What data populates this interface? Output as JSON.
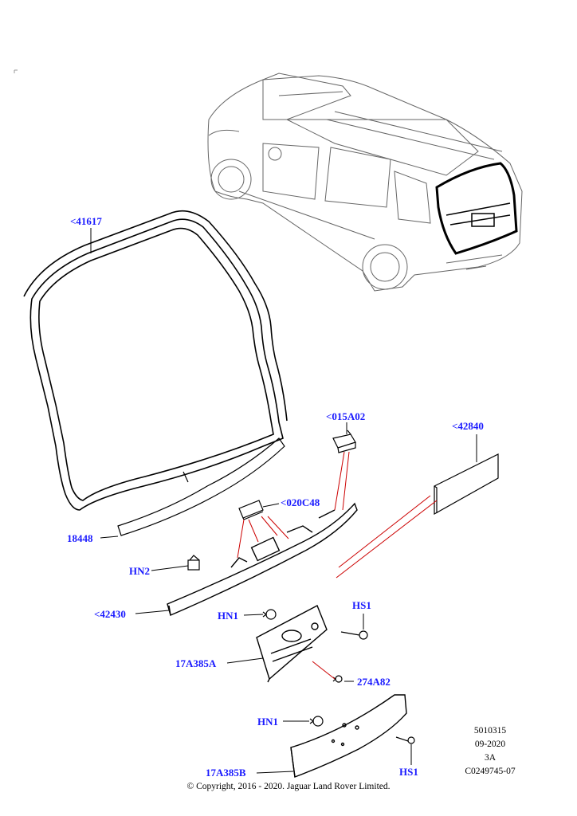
{
  "callouts": {
    "c41617": "<41617",
    "c015A02": "<015A02",
    "c42840": "<42840",
    "c020C48": "<020C48",
    "c18448": "18448",
    "cHN2": "HN2",
    "c42430": "<42430",
    "cHN1a": "HN1",
    "cHS1a": "HS1",
    "c17A385Aa": "17A385A",
    "c274A82": "274A82",
    "cHN1b": "HN1",
    "c17A385Ab": "17A385B",
    "cHS1b": "HS1"
  },
  "meta": {
    "line1": "5010315",
    "line2": "09-2020",
    "line3": "3A",
    "line4": "C0249745-07"
  },
  "copyright": "© Copyright, 2016 - 2020. Jaguar Land Rover Limited.",
  "colors": {
    "callout": "#1a1aff",
    "leader": "#cc0000",
    "line": "#000000",
    "vehicle": "#555555"
  }
}
